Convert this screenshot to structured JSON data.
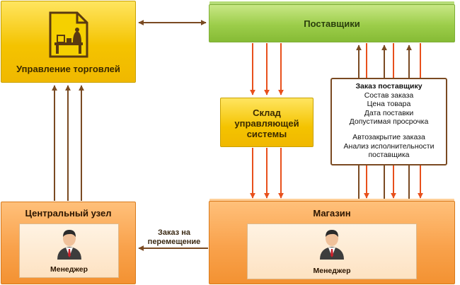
{
  "boxes": {
    "trade": "Управление торговлей",
    "suppliers": "Поставщики",
    "warehouse": [
      "Склад",
      "управляющей",
      "системы"
    ],
    "central": "Центральный узел",
    "shop": "Магазин"
  },
  "manager_label": "Менеджер",
  "transfer_label": [
    "Заказ на",
    "перемещение"
  ],
  "order_box": {
    "title": "Заказ поставщику",
    "items": [
      "Состав заказа",
      "Цена товара",
      "Дата поставки",
      "Допустимая просрочка"
    ],
    "items2": [
      "Автозакрытие заказа",
      "Анализ исполнительности",
      "поставщика"
    ]
  },
  "colors": {
    "arrow_brown": "#7a4a22",
    "arrow_red": "#e8501c"
  },
  "icons": {
    "trade": "trading-desk-icon",
    "manager": "manager-person-icon"
  }
}
